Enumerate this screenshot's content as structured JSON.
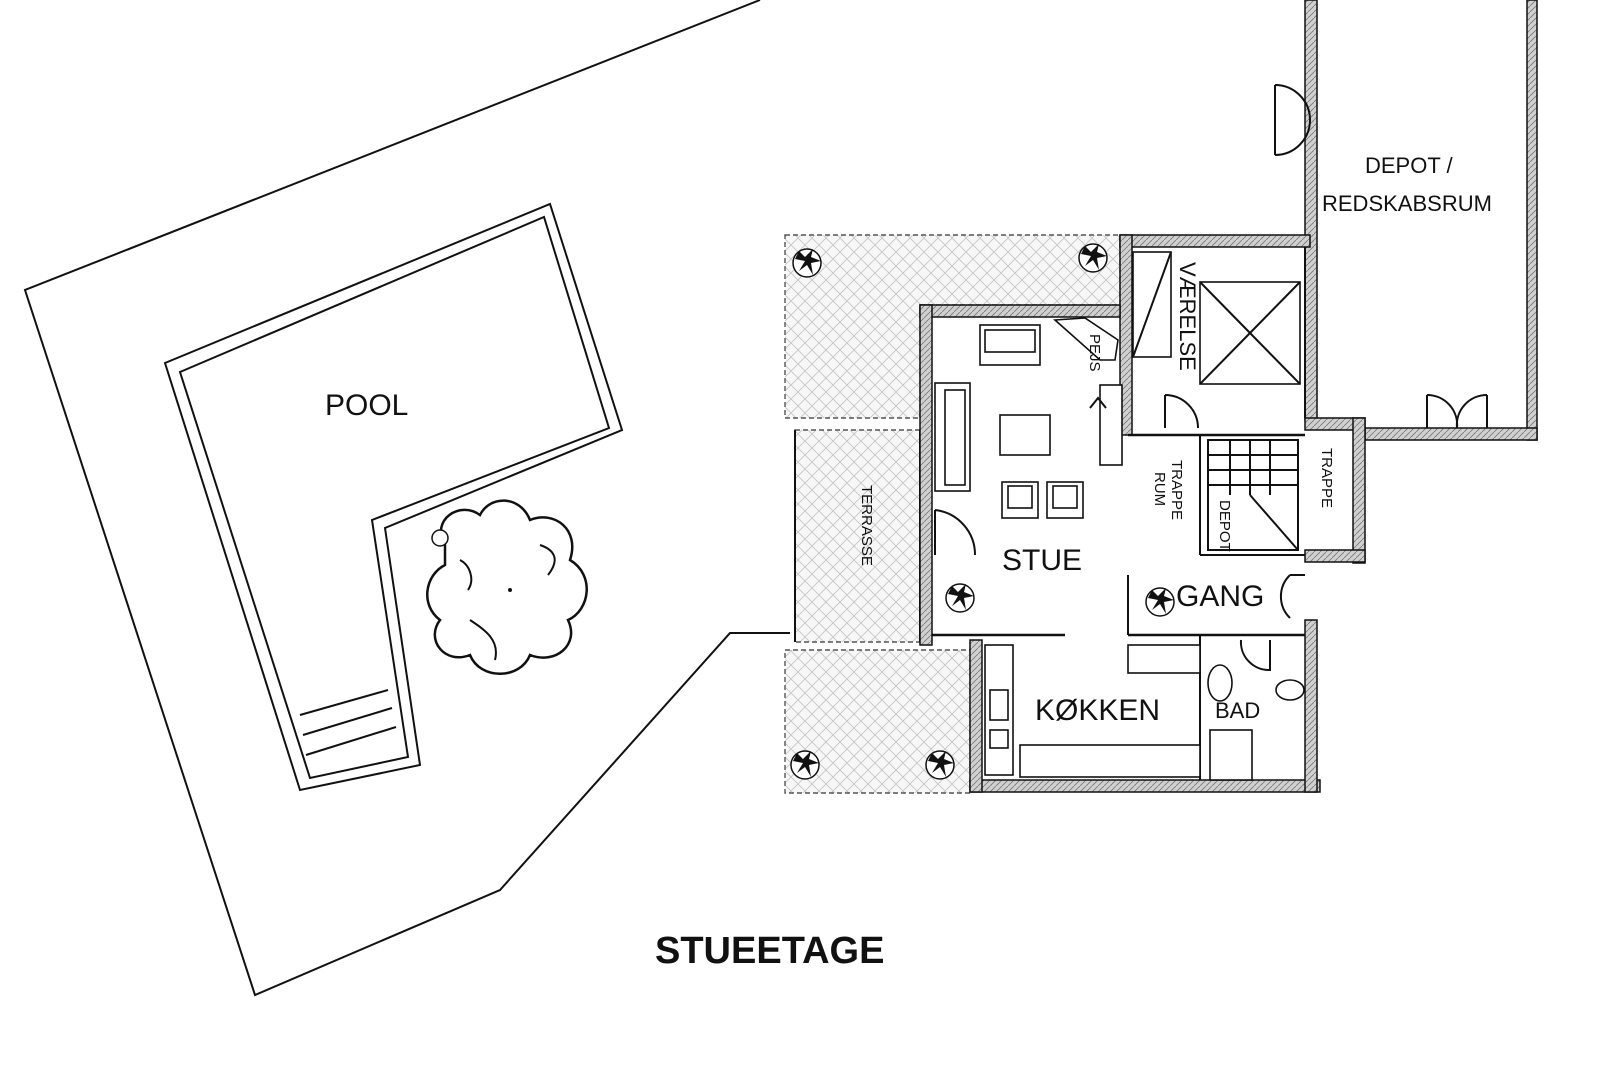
{
  "title": "STUEETAGE",
  "rooms": {
    "pool": "POOL",
    "depot": "DEPOT /",
    "depot_line2": "REDSKABSRUM",
    "vaerelse": "VÆRELSE",
    "pejs": "PEJS",
    "trapperum": "TRAPPE",
    "trapperum_line2": "RUM",
    "trappe": "TRAPPE",
    "depot_small": "DEPOT",
    "terrasse": "TERRASSE",
    "stue": "STUE",
    "gang": "GANG",
    "koekken": "KØKKEN",
    "bad": "BAD"
  },
  "icons": {
    "tree": "tree-icon",
    "plant": "potted-plant-icon",
    "door": "door-swing-icon",
    "stairs": "stairs-icon"
  },
  "colors": {
    "line": "#111111",
    "wall_fill": "#d9d9d9",
    "hatch": "#bbbbbb",
    "background": "#ffffff"
  }
}
